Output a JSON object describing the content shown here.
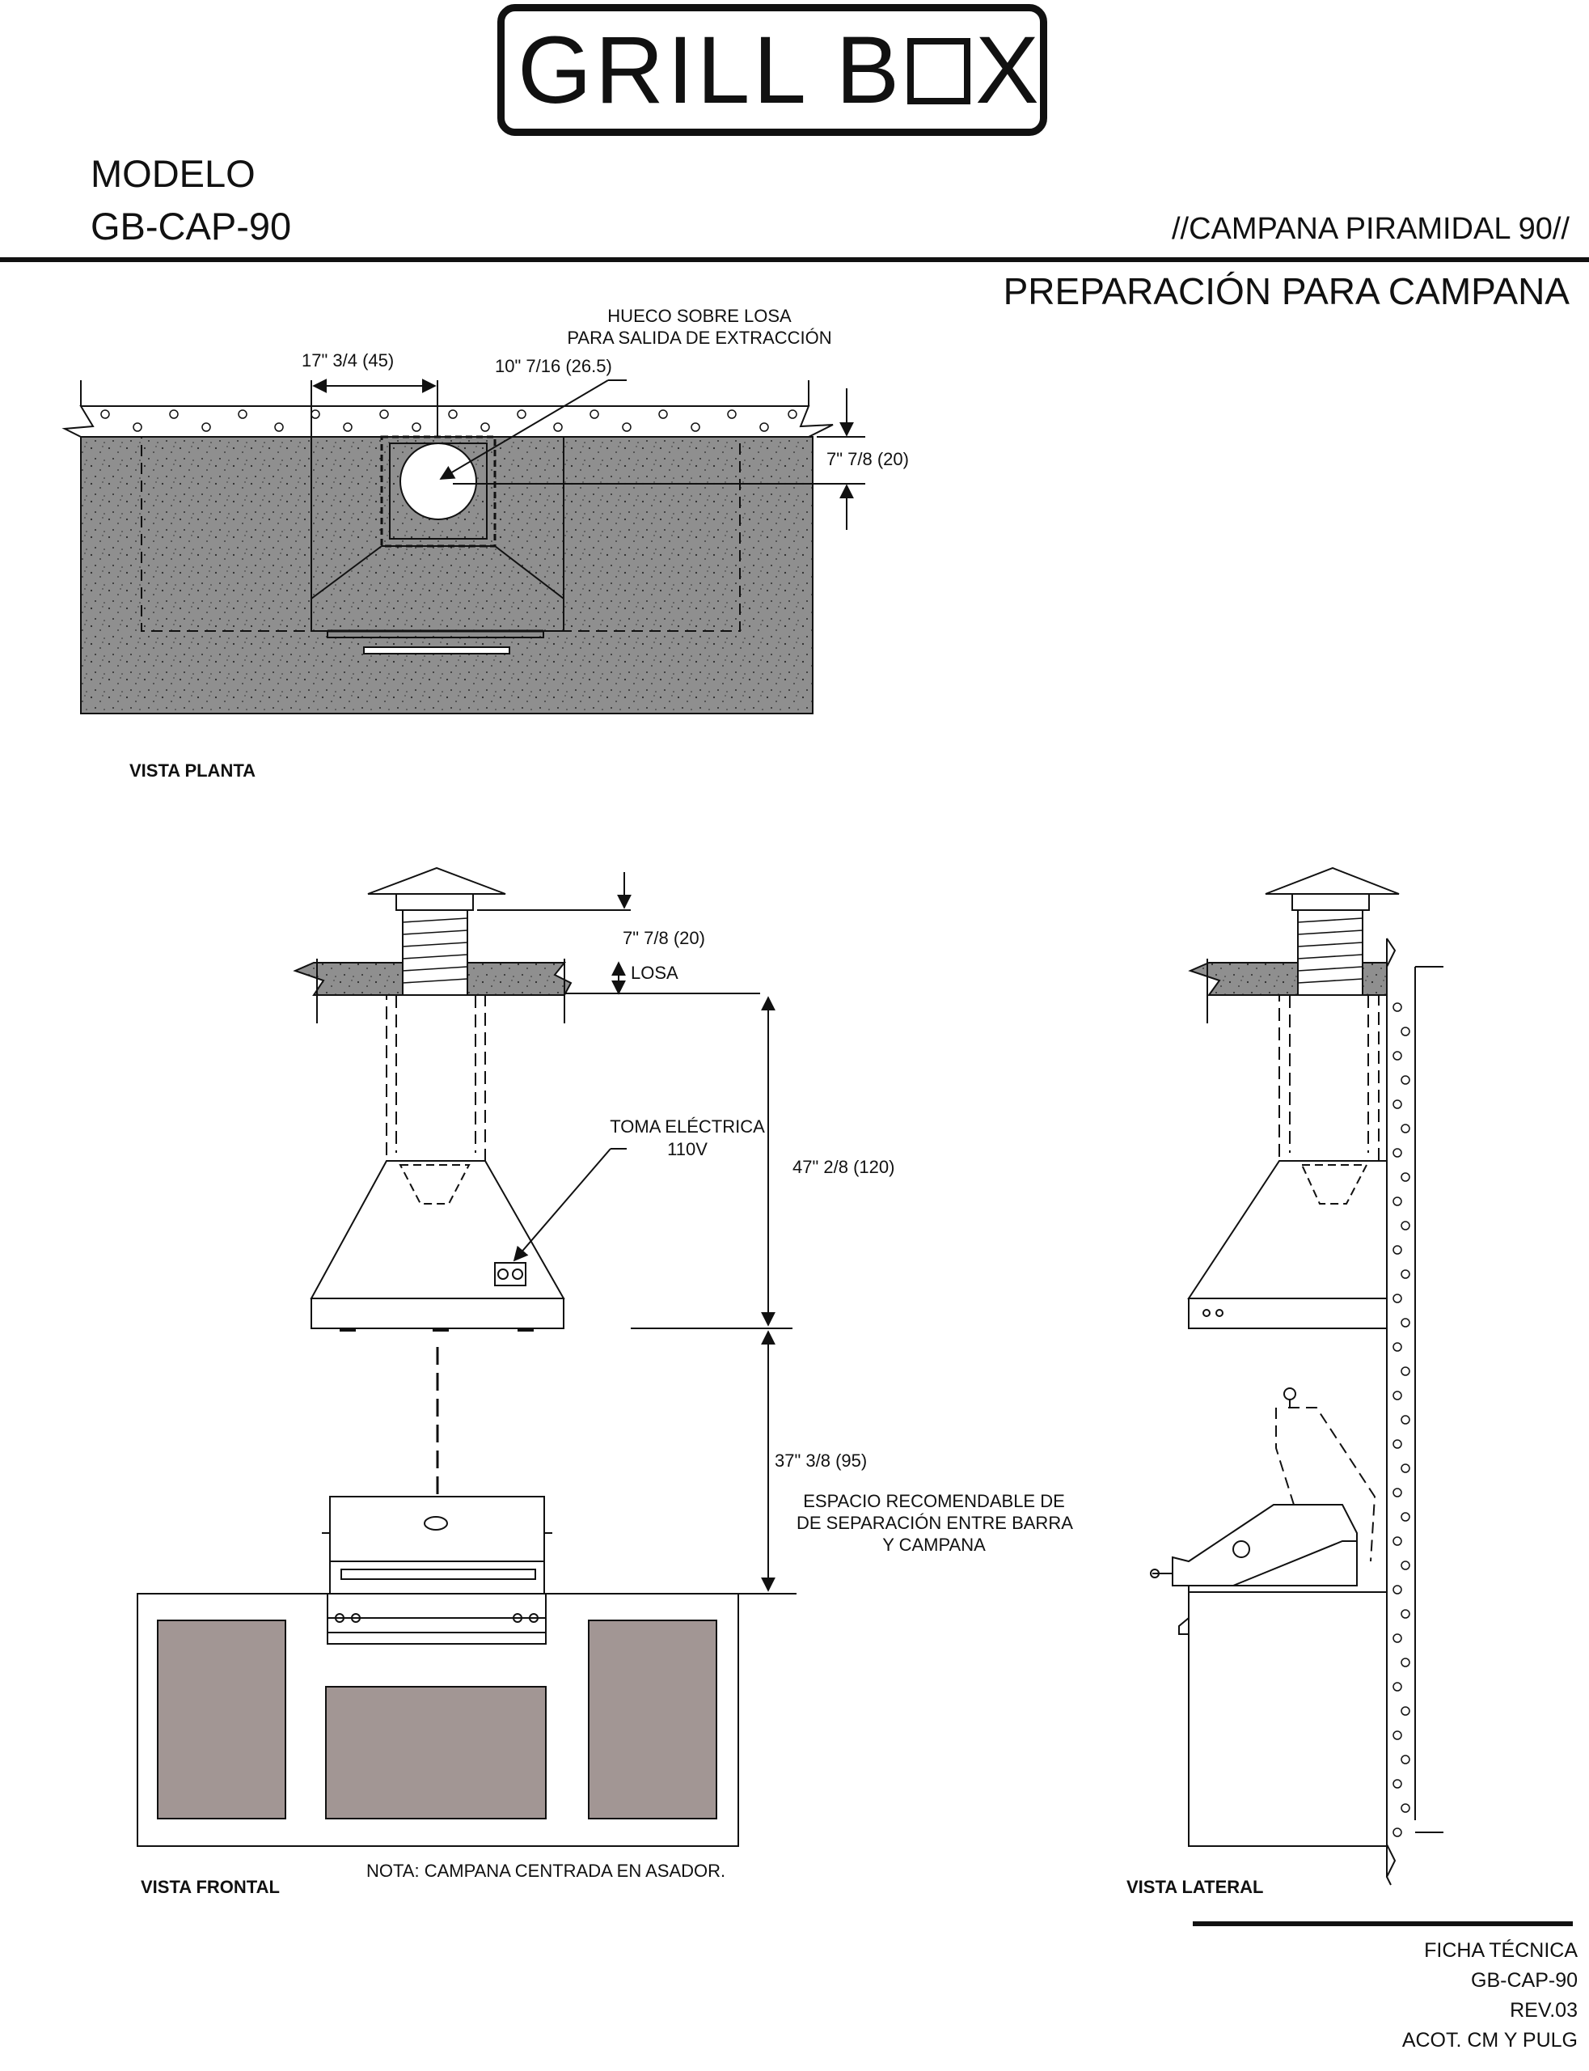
{
  "logo": {
    "part1": "GRILL B",
    "part2": "X"
  },
  "header": {
    "model_label": "MODELO",
    "model_code": "GB-CAP-90",
    "product": "//CAMPANA PIRAMIDAL 90//",
    "section_title": "PREPARACIÓN PARA CAMPANA"
  },
  "plan_view": {
    "label": "VISTA PLANTA",
    "hole_note_1": "HUECO SOBRE LOSA",
    "hole_note_2": "PARA SALIDA DE EXTRACCIÓN",
    "dim_width": "17\" 3/4 (45)",
    "dim_diameter": "10\" 7/16 (26.5)",
    "dim_offset": "7\" 7/8 (20)"
  },
  "front_view": {
    "label": "VISTA FRONTAL",
    "dim_cap": "7\" 7/8 (20)",
    "slab": "LOSA",
    "outlet_1": "TOMA ELÉCTRICA",
    "outlet_2": "110V",
    "dim_hood": "47\" 2/8 (120)",
    "dim_gap": "37\" 3/8 (95)",
    "space_1": "ESPACIO RECOMENDABLE DE",
    "space_2": "DE SEPARACIÓN ENTRE BARRA",
    "space_3": "Y CAMPANA",
    "note": "NOTA: CAMPANA CENTRADA EN ASADOR."
  },
  "side_view": {
    "label": "VISTA LATERAL"
  },
  "footer": {
    "line1": "FICHA TÉCNICA",
    "line2": "GB-CAP-90",
    "line3": "REV.03",
    "line4": "ACOT. CM Y PULG"
  },
  "colors": {
    "ink": "#111111",
    "concrete": "#8f8f8f",
    "panel": "#a29694",
    "page": "#ffffff"
  }
}
